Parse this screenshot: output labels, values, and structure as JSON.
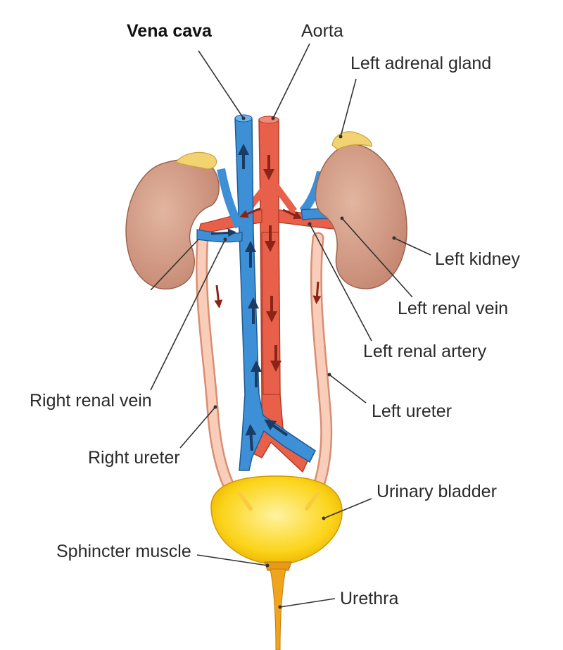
{
  "labels": {
    "vena_cava": "Vena cava",
    "aorta": "Aorta",
    "left_adrenal_gland": "Left adrenal gland",
    "left_kidney": "Left kidney",
    "left_renal_vein": "Left renal vein",
    "left_renal_artery": "Left renal artery",
    "right_renal_vein": "Right renal vein",
    "left_ureter": "Left ureter",
    "right_ureter": "Right ureter",
    "urinary_bladder": "Urinary bladder",
    "sphincter_muscle": "Sphincter muscle",
    "urethra": "Urethra"
  },
  "colors": {
    "vein": "#3d8fd6",
    "artery": "#e8604a",
    "kidney": "#d49a82",
    "adrenal": "#f3d272",
    "ureter": "#f4c2ad",
    "bladder": "#f7c500",
    "urethra": "#f0a41e",
    "arrow": "#8a2416"
  }
}
